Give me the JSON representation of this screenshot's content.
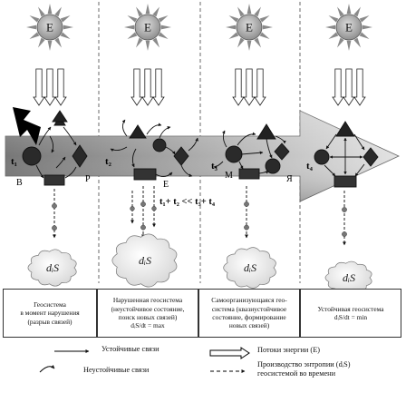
{
  "sun_label": "E",
  "stage_labels": [
    "t₁",
    "t₂",
    "t₃",
    "t₄"
  ],
  "node_labels": {
    "b": "B",
    "p": "P",
    "e2": "E",
    "m": "M",
    "ya": "Я"
  },
  "time_relation": "t₁+ t₂ << t₃+ t₄",
  "entropy_clouds": [
    "dᵢS",
    "dᵢS",
    "dᵢS",
    "dᵢS"
  ],
  "captions": [
    "Геосистема\nв момент нарушения\n(разрыв связей)",
    "Нарушенная геосистема\n(неустойчивое состояние,\nпоиск новых связей)\ndᵢS/dt = max",
    "Самоорганизующаяся гео-\nсистема (квазиустойчивое\nсостояние, формирование\nновых связей)",
    "Устойчивая геосистема\ndᵢS/dt = min"
  ],
  "legend": {
    "stable_links": "Устойчивые связи",
    "unstable_links": "Неустойчивые связи",
    "energy_flows": "Потоки энергии (E)",
    "entropy_production": "Производство энтропии (dᵢS)\nгеосистемой во времени"
  },
  "colors": {
    "arrow_gradient_dark": "#8c8c8c",
    "arrow_gradient_light": "#dedede",
    "sun_fill": "#9a9a9a",
    "node_dark": "#333333"
  }
}
